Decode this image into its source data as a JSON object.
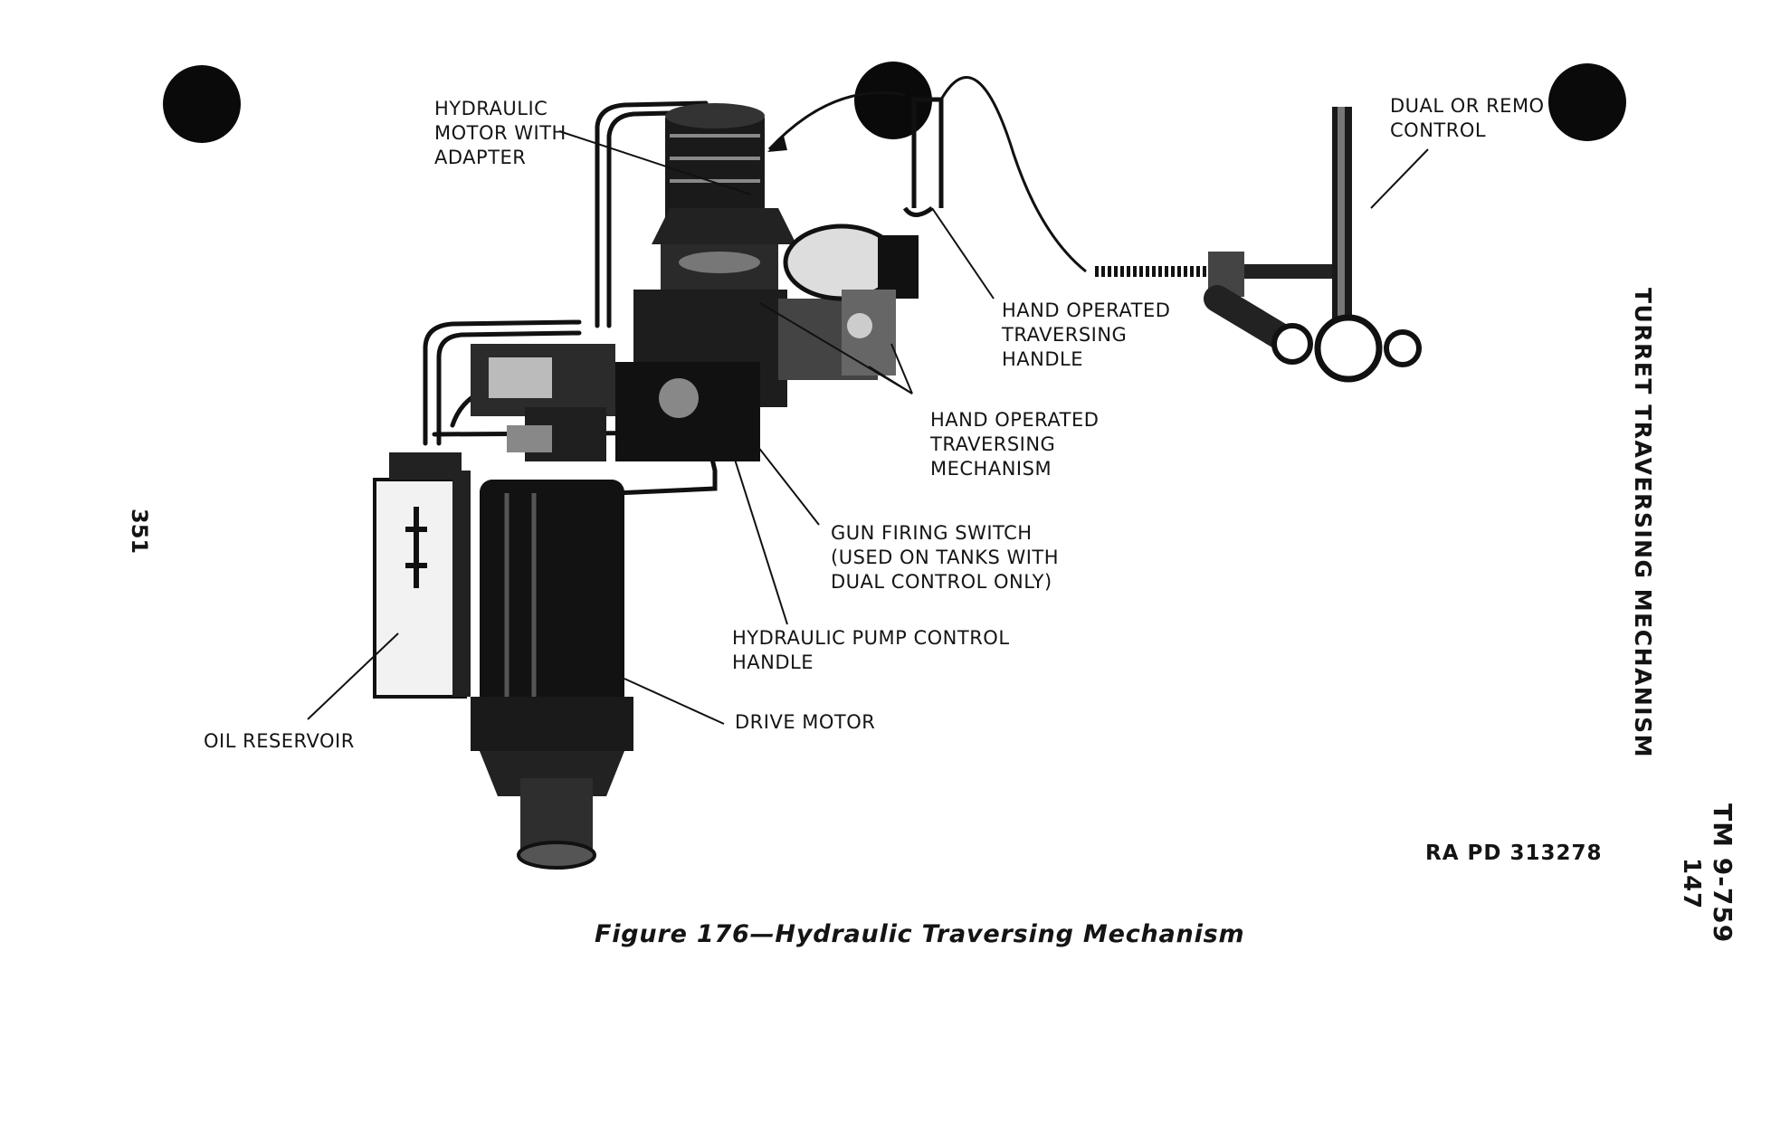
{
  "labels": {
    "hydraulic_motor": "HYDRAULIC\nMOTOR WITH\nADAPTER",
    "dual_control": "DUAL OR REMO\nCONTROL",
    "hand_handle": "HAND OPERATED\nTRAVERSING\nHANDLE",
    "hand_mechanism": "HAND OPERATED\nTRAVERSING\nMECHANISM",
    "gun_switch": "GUN FIRING SWITCH\n(USED ON TANKS WITH\nDUAL CONTROL ONLY)",
    "pump_handle": "HYDRAULIC PUMP CONTROL\nHANDLE",
    "drive_motor": "DRIVE MOTOR",
    "oil_reservoir": "OIL RESERVOIR"
  },
  "page": {
    "left_page_number": "351",
    "section_title": "TURRET TRAVERSING MECHANISM",
    "manual_id": "TM 9-759",
    "page_number": "147",
    "ra_pd": "RA PD 313278",
    "caption": "Figure 176—Hydraulic Traversing Mechanism"
  }
}
